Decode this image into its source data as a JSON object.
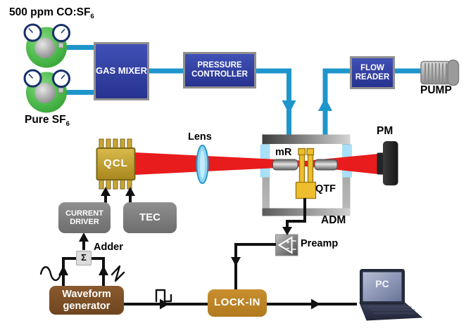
{
  "labels": {
    "sample_gas": {
      "text": "500 ppm CO:SF",
      "sub": "6"
    },
    "carrier_gas": {
      "text": "Pure SF",
      "sub": "6"
    },
    "lens": "Lens",
    "pm": "PM",
    "pump": "PUMP",
    "mr": "mR",
    "qtf": "QTF",
    "adm": "ADM",
    "adder": "Adder",
    "preamp": "Preamp",
    "pc": "PC"
  },
  "boxes": {
    "gas_mixer": "GAS MIXER",
    "pressure_controller": "PRESSURE CONTROLLER",
    "flow_reader": "FLOW READER",
    "qcl": "QCL",
    "current_driver": "CURRENT DRIVER",
    "tec": "TEC",
    "waveform_generator": "Waveform generator",
    "lock_in": "LOCK-IN",
    "sigma": "Σ"
  },
  "colors": {
    "plumbing_blue": "#1e96cc",
    "electronics_blue_box": "#2f3da3",
    "laser_beam_red": "#e81c1c",
    "qcl_gold": "#c9a637",
    "qtf_gold": "#eebe2e",
    "instrument_gray": "#7b7b7b",
    "waveform_brown": "#7d4e25",
    "lockin_amber": "#c0862a",
    "cylinder_green": "#4db94c",
    "signal_black": "#111111"
  }
}
